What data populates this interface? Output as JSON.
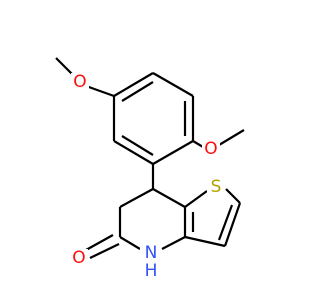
{
  "molecule": {
    "atoms": {
      "o_methoxy_top": {
        "symbol": "O",
        "color": "#ff0d0d"
      },
      "o_methoxy_right": {
        "symbol": "O",
        "color": "#ff0d0d"
      },
      "s_ring": {
        "symbol": "S",
        "color": "#b2a200"
      },
      "o_carbonyl": {
        "symbol": "O",
        "color": "#ff0d0d"
      },
      "nh_ring": {
        "symbol": "N",
        "color": "#3050f8"
      },
      "nh_hydrogen": {
        "symbol": "H",
        "color": "#3050f8"
      }
    }
  }
}
